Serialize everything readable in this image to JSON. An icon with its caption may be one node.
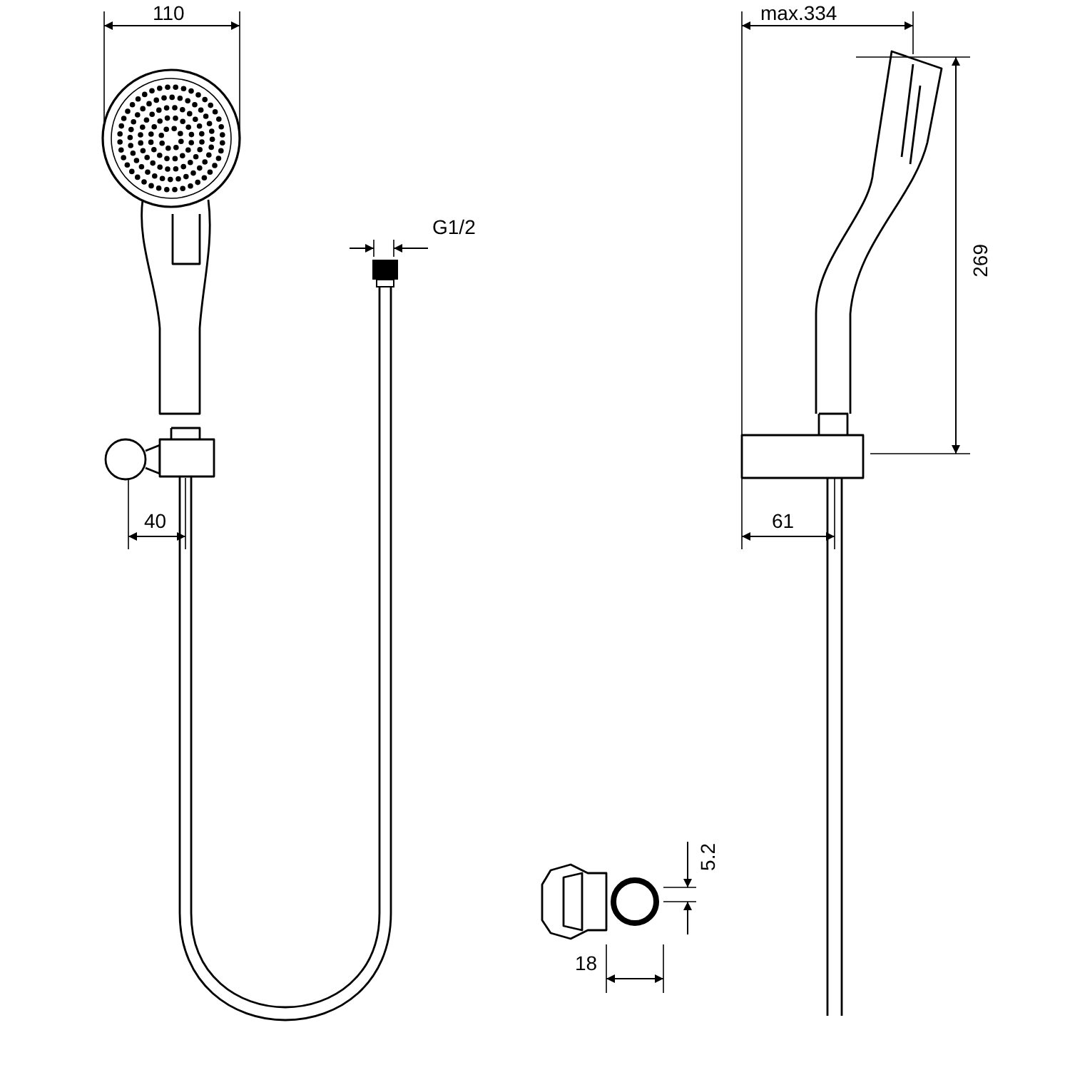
{
  "diagram": {
    "labels": [
      "110",
      "max.334",
      "G1/2",
      "269",
      "40",
      "61",
      "5.2",
      "18"
    ]
  }
}
